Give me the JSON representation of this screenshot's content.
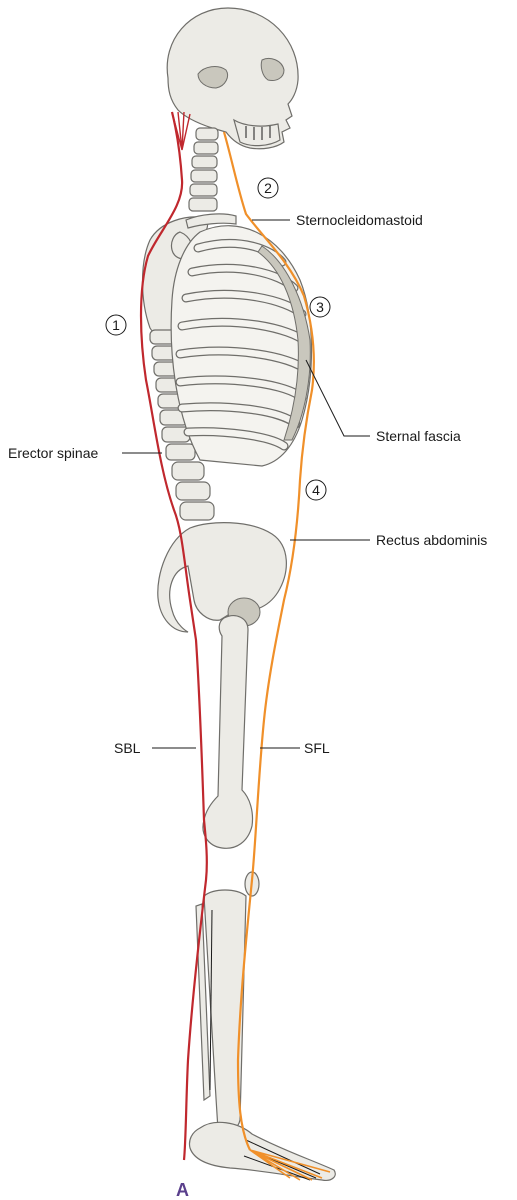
{
  "panel_letter": "A",
  "lines": {
    "superficial_back_line": {
      "label": "SBL",
      "color": "#c0282e"
    },
    "superficial_front_line": {
      "label": "SFL",
      "color": "#f0902a"
    }
  },
  "labels": {
    "sternocleidomastoid": "Sternocleidomastoid",
    "sternal_fascia": "Sternal fascia",
    "erector_spinae": "Erector spinae",
    "rectus_abdominis": "Rectus abdominis"
  },
  "numbers": [
    "1",
    "2",
    "3",
    "4"
  ]
}
